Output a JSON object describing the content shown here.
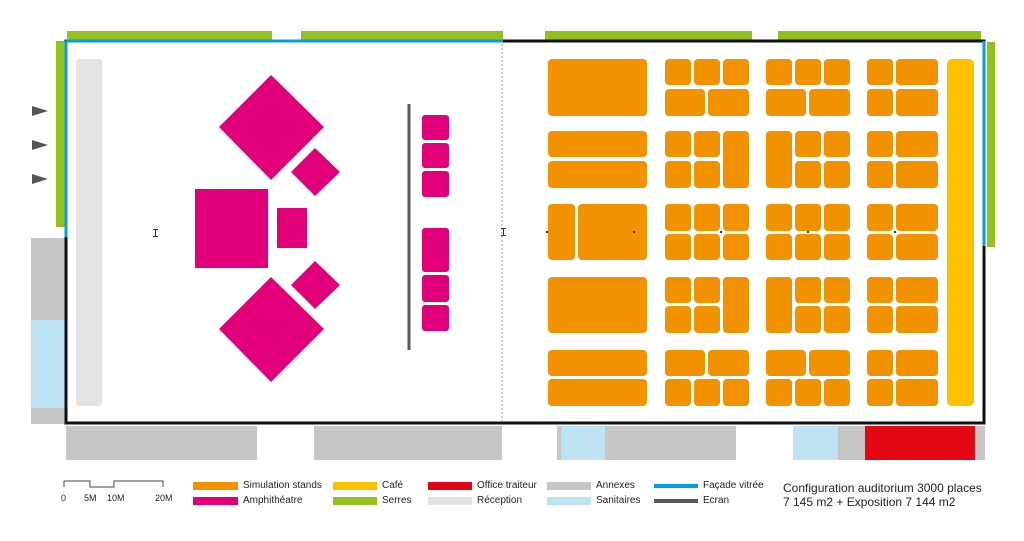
{
  "colors": {
    "stands": "#f39200",
    "amphi": "#e2007a",
    "cafe": "#fcc200",
    "office": "#e30613",
    "annexes": "#c6c6c6",
    "serres": "#95c11f",
    "reception": "#e3e3e3",
    "sanitaires": "#bde3f5",
    "facade": "#009fe3",
    "ecran": "#5a5a5a"
  },
  "scale": {
    "labels": [
      "0",
      "5M",
      "10M",
      "20M"
    ]
  },
  "legend": [
    {
      "label": "Simulation stands",
      "color_key": "stands"
    },
    {
      "label": "Amphithéatre",
      "color_key": "amphi"
    },
    {
      "label": "Café",
      "color_key": "cafe"
    },
    {
      "label": "Serres",
      "color_key": "serres"
    },
    {
      "label": "Office traiteur",
      "color_key": "office"
    },
    {
      "label": "Réception",
      "color_key": "reception"
    },
    {
      "label": "Annexes",
      "color_key": "annexes"
    },
    {
      "label": "Sanitaires",
      "color_key": "sanitaires"
    },
    {
      "label": "Façade vitrée",
      "color_key": "facade"
    },
    {
      "label": "Ecran",
      "color_key": "ecran"
    }
  ],
  "configuration": {
    "line1": "Configuration auditorium 3000 places",
    "line2": "7 145 m2 + Exposition 7 144 m2"
  }
}
